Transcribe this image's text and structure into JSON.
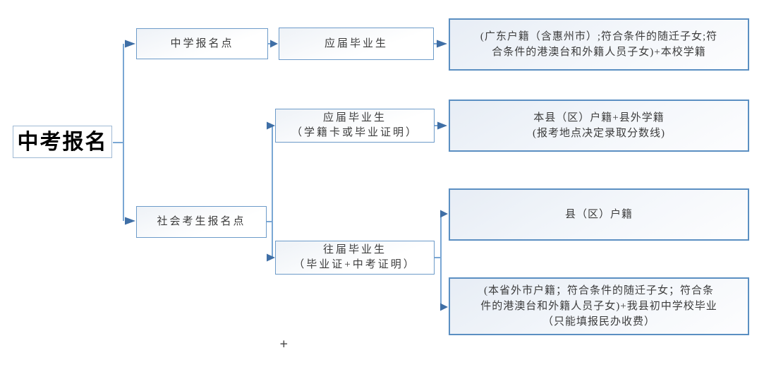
{
  "diagram": {
    "nodes": {
      "root": {
        "label": "中考报名"
      },
      "school_point": {
        "label": "中学报名点"
      },
      "social_point": {
        "label": "社会考生报名点"
      },
      "fresh_grad": {
        "label": "应届毕业生"
      },
      "fresh_grad_social": {
        "line1": "应届毕业生",
        "line2": "（学籍卡或毕业证明）"
      },
      "former_grad": {
        "line1": "往届毕业生",
        "line2": "（毕业证+中考证明）"
      },
      "result_school": {
        "line1": "(广东户籍（含惠州市）;符合条件的随迁子女;符",
        "line2": "合条件的港澳台和外籍人员子女)+本校学籍"
      },
      "result_fresh": {
        "line1": "本县（区）户籍+县外学籍",
        "line2": "(报考地点决定录取分数线)"
      },
      "result_hukou": {
        "label": "县（区）户籍"
      },
      "result_other": {
        "line1": "(本省外市户籍；符合条件的随迁子女；符合条",
        "line2": "件的港澳台和外籍人员子女)+我县初中学校毕业",
        "line3": "（只能填报民办收费）"
      }
    },
    "edges": [
      {
        "from": "中考报名",
        "to": "中学报名点"
      },
      {
        "from": "中考报名",
        "to": "社会考生报名点"
      },
      {
        "from": "中学报名点",
        "to": "应届毕业生"
      },
      {
        "from": "应届毕业生",
        "to": "(广东户籍（含惠州市）;符合条件的随迁子女;符合条件的港澳台和外籍人员子女)+本校学籍"
      },
      {
        "from": "社会考生报名点",
        "to": "应届毕业生（学籍卡或毕业证明）"
      },
      {
        "from": "社会考生报名点",
        "to": "往届毕业生（毕业证+中考证明）"
      },
      {
        "from": "应届毕业生（学籍卡或毕业证明）",
        "to": "本县（区）户籍+县外学籍(报考地点决定录取分数线)"
      },
      {
        "from": "往届毕业生（毕业证+中考证明）",
        "to": "县（区）户籍"
      },
      {
        "from": "往届毕业生（毕业证+中考证明）",
        "to": "(本省外市户籍；符合条件的随迁子女；符合条件的港澳台和外籍人员子女)+我县初中学校毕业（只能填报民办收费）"
      }
    ],
    "cursor": {
      "glyph": "+"
    },
    "colors": {
      "small_box_border": "#6d9bc9",
      "root_box_border": "#9fb9d4",
      "result_box_border": "#5b8fc2",
      "connector_line": "#7aa7d4",
      "arrowhead": "#3f6fa6",
      "box_fill_tint": "#e7edf5",
      "text": "#3d3d3d",
      "root_text": "#000000"
    }
  }
}
